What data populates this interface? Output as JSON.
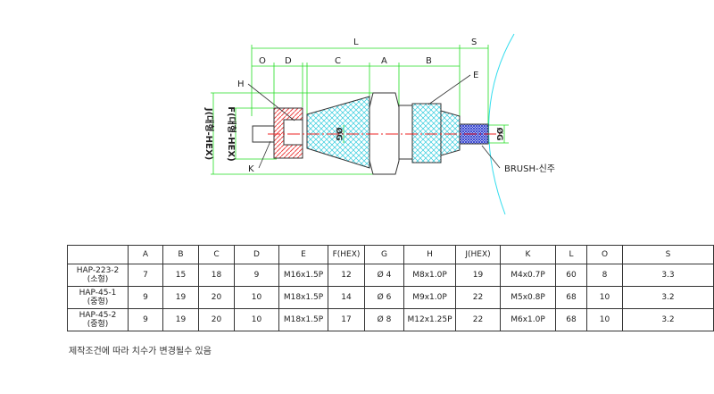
{
  "drawing": {
    "dims": {
      "L": "L",
      "S": "S",
      "O": "O",
      "D": "D",
      "C": "C",
      "A": "A",
      "B": "B"
    },
    "callouts": {
      "H": "H",
      "E": "E",
      "K": "K",
      "brush": "BRUSH-신주"
    },
    "vertical": {
      "J": "J(대형-HEX)",
      "F": "F(대형-HEX)",
      "G1": "ØG",
      "G2": "ØG"
    },
    "colors": {
      "dim": "#22dd22",
      "center": "#ee2222",
      "hatch": "#33ccdd",
      "brush": "#2233cc",
      "section": "#ee4444"
    }
  },
  "table": {
    "headers": [
      "",
      "A",
      "B",
      "C",
      "D",
      "E",
      "F(HEX)",
      "G",
      "H",
      "J(HEX)",
      "K",
      "L",
      "O",
      "S"
    ],
    "rows": [
      {
        "model": "HAP-223-2",
        "type": "(소형)",
        "cells": [
          "7",
          "15",
          "18",
          "9",
          "M16x1.5P",
          "12",
          "Ø 4",
          "M8x1.0P",
          "19",
          "M4x0.7P",
          "60",
          "8",
          "3.3"
        ]
      },
      {
        "model": "HAP-45-1",
        "type": "(중형)",
        "cells": [
          "9",
          "19",
          "20",
          "10",
          "M18x1.5P",
          "14",
          "Ø 6",
          "M9x1.0P",
          "22",
          "M5x0.8P",
          "68",
          "10",
          "3.2"
        ]
      },
      {
        "model": "HAP-45-2",
        "type": "(중형)",
        "cells": [
          "9",
          "19",
          "20",
          "10",
          "M18x1.5P",
          "17",
          "Ø 8",
          "M12x1.25P",
          "22",
          "M6x1.0P",
          "68",
          "10",
          "3.2"
        ]
      }
    ]
  },
  "note": "제작조건에 따라 치수가 변경될수 있음"
}
